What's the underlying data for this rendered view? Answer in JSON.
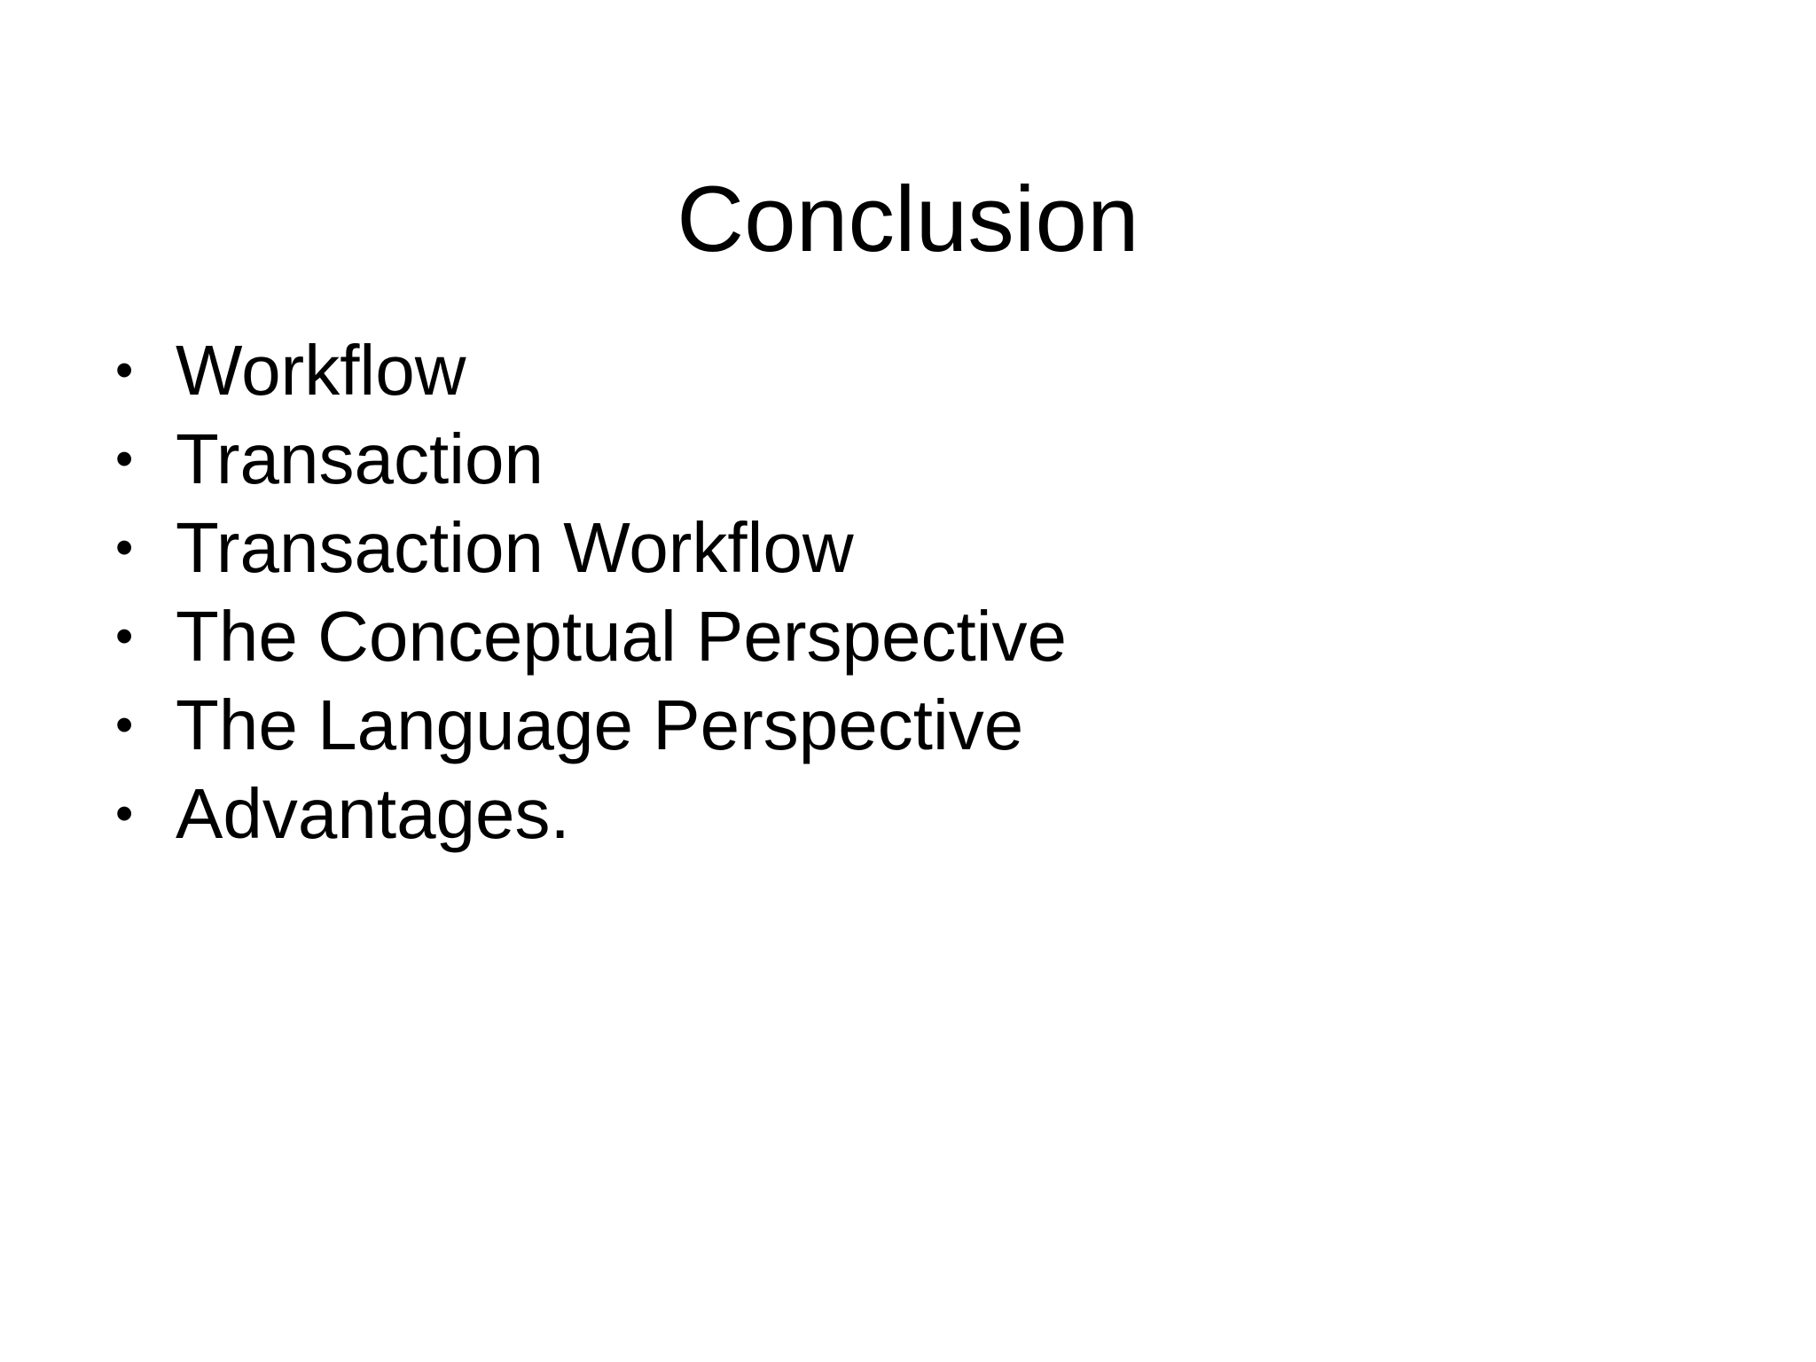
{
  "slide": {
    "title": "Conclusion",
    "background_color": "#FFFFFF",
    "text_color": "#000000",
    "bullet_glyph": "•",
    "bullets": [
      {
        "label": "Workflow"
      },
      {
        "label": "Transaction"
      },
      {
        "label": "Transaction Workflow"
      },
      {
        "label": "The Conceptual Perspective"
      },
      {
        "label": "The Language Perspective"
      },
      {
        "label": "Advantages."
      }
    ]
  }
}
